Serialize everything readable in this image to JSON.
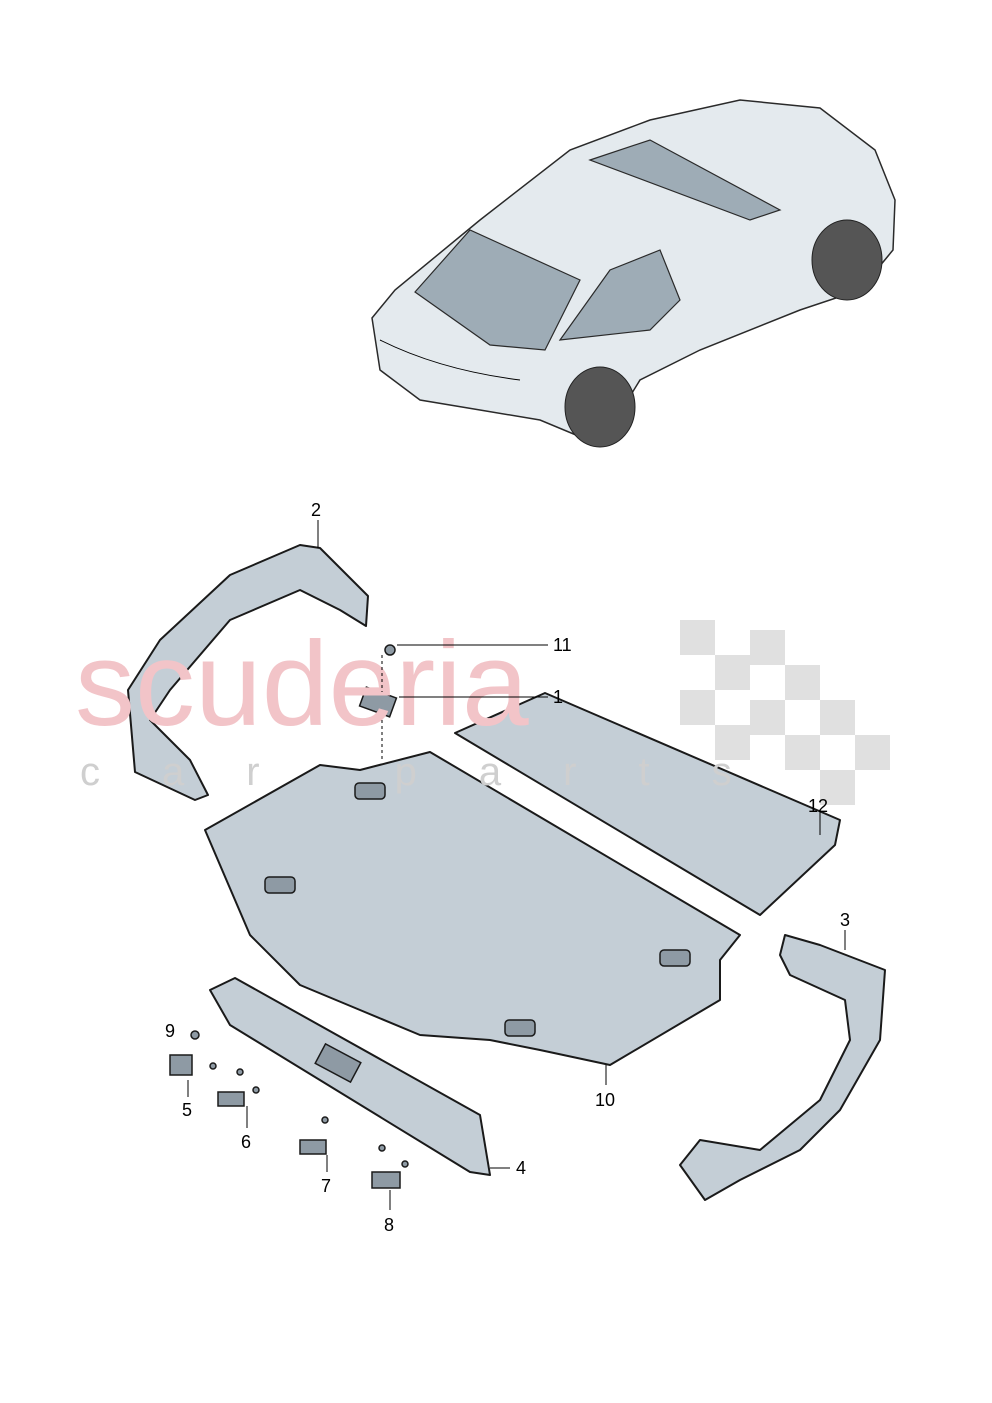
{
  "watermark": {
    "brand": "scuderia",
    "sub": "car parts",
    "color": "#f2c4c8"
  },
  "callouts": [
    {
      "id": "1",
      "label": "1"
    },
    {
      "id": "2",
      "label": "2"
    },
    {
      "id": "3",
      "label": "3"
    },
    {
      "id": "4",
      "label": "4"
    },
    {
      "id": "5",
      "label": "5"
    },
    {
      "id": "6",
      "label": "6"
    },
    {
      "id": "7",
      "label": "7"
    },
    {
      "id": "8",
      "label": "8"
    },
    {
      "id": "9",
      "label": "9"
    },
    {
      "id": "10",
      "label": "10"
    },
    {
      "id": "11",
      "label": "11"
    },
    {
      "id": "12",
      "label": "12"
    }
  ],
  "colors": {
    "part_fill": "#c4ced6",
    "outline": "#1a1a1a"
  }
}
